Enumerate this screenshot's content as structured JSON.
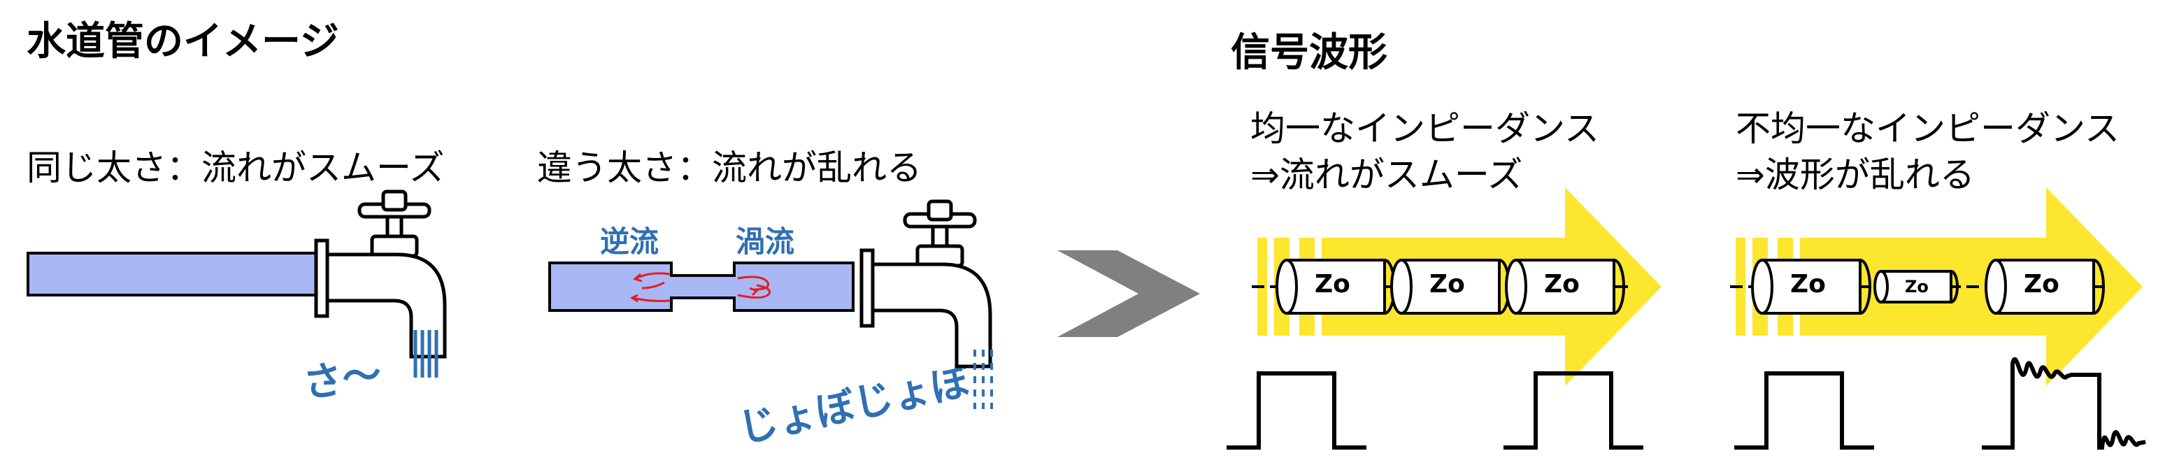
{
  "left": {
    "title": "水道管のイメージ",
    "pipe1_caption": "同じ太さ：流れがスムーズ",
    "pipe2_caption": "違う太さ：流れが乱れる",
    "backflow_label": "逆流",
    "eddy_label": "渦流",
    "sound_smooth": "さ〜",
    "sound_turbulent": "じょぼじょぼ"
  },
  "right": {
    "title": "信号波形",
    "case1_line1": "均一なインピーダンス",
    "case1_line2": "⇒流れがスムーズ",
    "case2_line1": "不均一なインピーダンス",
    "case2_line2": "⇒波形が乱れる",
    "impedance_label": "Zo"
  },
  "colors": {
    "pipe_fill": "#a9b8f4",
    "arrow_yellow": "#fde62e",
    "chevron_gray": "#808080",
    "water_blue": "#2f6fb3",
    "eddy_red": "#e02020"
  }
}
